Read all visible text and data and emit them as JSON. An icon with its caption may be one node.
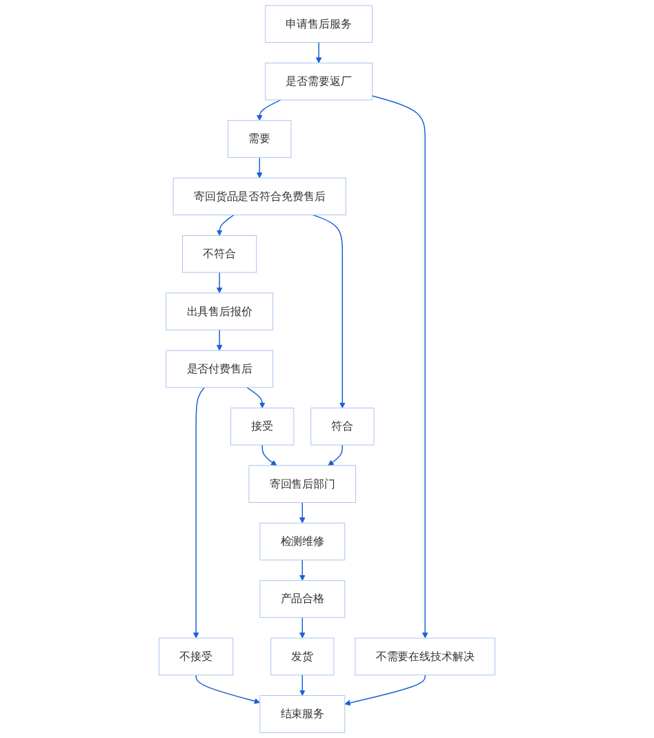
{
  "diagram": {
    "nodes": [
      {
        "text": [
          "申请售后服务"
        ]
      },
      {
        "text": [
          "是否需要返厂"
        ]
      },
      {
        "text": [
          "需要"
        ]
      },
      {
        "text": [
          "不需要在线技术解决"
        ]
      },
      {
        "text": [
          "寄回货品是否符合免费售后"
        ]
      },
      {
        "text": [
          "不符合"
        ]
      },
      {
        "text": [
          "符合"
        ]
      },
      {
        "text": [
          "出具售后报价"
        ]
      },
      {
        "text": [
          "寄回售后部门"
        ]
      },
      {
        "text": [
          "是否付费售后"
        ]
      },
      {
        "text": [
          "检测维修"
        ]
      },
      {
        "text": [
          "不接受"
        ]
      },
      {
        "text": [
          "接受"
        ]
      },
      {
        "text": [
          "产品合格"
        ]
      },
      {
        "text": [
          "发货"
        ]
      },
      {
        "text": [
          "结束服务"
        ]
      }
    ],
    "edges": [
      {
        "from": 0,
        "to": 1,
        "arrow": "to"
      },
      {
        "from": 1,
        "to": 2,
        "arrow": "to"
      },
      {
        "from": 1,
        "to": 3,
        "arrow": "to"
      },
      {
        "from": 2,
        "to": 4,
        "arrow": "to"
      },
      {
        "from": 4,
        "to": 5,
        "arrow": "to"
      },
      {
        "from": 4,
        "to": 6,
        "arrow": "to"
      },
      {
        "from": 5,
        "to": 7,
        "arrow": "to"
      },
      {
        "from": 6,
        "to": 8,
        "arrow": "to"
      },
      {
        "from": 7,
        "to": 9,
        "arrow": "to"
      },
      {
        "from": 8,
        "to": 10,
        "arrow": "to"
      },
      {
        "from": 9,
        "to": 11,
        "arrow": "to"
      },
      {
        "from": 9,
        "to": 12,
        "arrow": "to"
      },
      {
        "from": 12,
        "to": 8,
        "arrow": "to"
      },
      {
        "from": 10,
        "to": 13,
        "arrow": "to"
      },
      {
        "from": 13,
        "to": 14,
        "arrow": "to"
      },
      {
        "from": 11,
        "to": 15,
        "arrow": "to"
      },
      {
        "from": 14,
        "to": 15,
        "arrow": "to"
      },
      {
        "from": 3,
        "to": 15,
        "arrow": "to"
      }
    ]
  }
}
